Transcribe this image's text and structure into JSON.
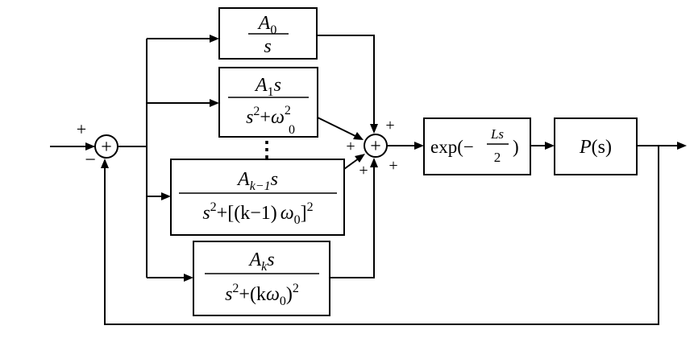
{
  "diagram": {
    "signs": {
      "input_sum_plus": "+",
      "input_sum_minus": "−",
      "output_sum_top": "+",
      "output_sum_left": "+",
      "output_sum_bottom_left": "+",
      "output_sum_bottom_right": "+",
      "sum_symbol": "+"
    },
    "ellipsis": "⋮",
    "blocks": {
      "b0": {
        "num_base": "A",
        "num_sub": "0",
        "num_suffix": "",
        "den_text": "s"
      },
      "b1": {
        "num_base": "A",
        "num_sub": "1",
        "num_suffix": "s",
        "den_s": "s",
        "den_exp": "2",
        "den_plus": "+",
        "den_omega": "ω",
        "den_omega_exp": "2",
        "den_omega_sub": "0"
      },
      "bk1": {
        "num_base": "A",
        "num_sub": "k−1",
        "num_suffix": "s",
        "den_s": "s",
        "den_exp": "2",
        "den_rest": "+[(k−1)",
        "den_omega": "ω",
        "den_omega_sub": "0",
        "den_close": "]",
        "den_close_exp": "2"
      },
      "bk": {
        "num_base": "A",
        "num_sub": "k",
        "num_suffix": "s",
        "den_s": "s",
        "den_exp": "2",
        "den_rest": "+(k",
        "den_omega": "ω",
        "den_omega_sub": "0",
        "den_close": ")",
        "den_close_exp": "2"
      },
      "exp": {
        "prefix": "exp(−",
        "num": "Ls",
        "den": "2",
        "suffix": ")"
      },
      "plant": {
        "label_p": "P",
        "label_rest": "(s)"
      }
    }
  }
}
